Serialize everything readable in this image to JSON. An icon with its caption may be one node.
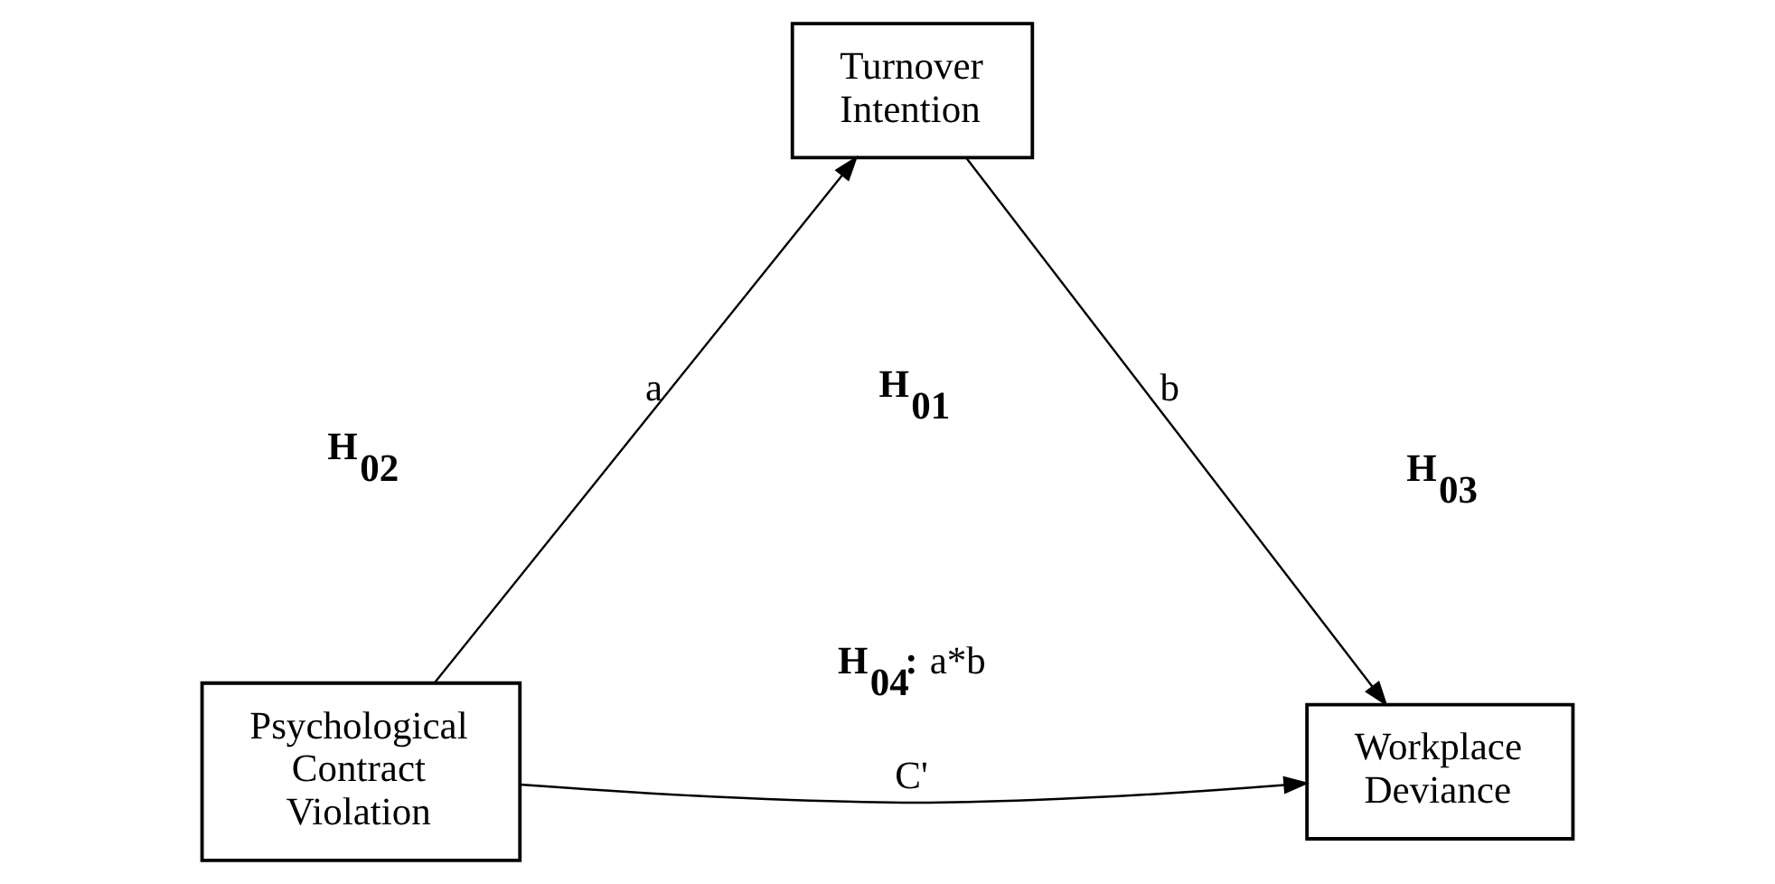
{
  "diagram": {
    "nodes": [
      {
        "text": [
          "Psychological Contract Violation"
        ]
      },
      {
        "text": [
          "Turnover Intention"
        ]
      },
      {
        "text": [
          "Workplace Deviance"
        ]
      }
    ],
    "edges": [
      {
        "from": 0,
        "to": 1,
        "arrow": "to",
        "label": "a"
      },
      {
        "from": 1,
        "to": 2,
        "arrow": "to",
        "label": "b"
      },
      {
        "from": 0,
        "to": 2,
        "arrow": "to",
        "label": "C'"
      }
    ],
    "labels": [
      "H$_{02}$",
      "H$_{03}$",
      "H$_{01}$",
      "**H$_{04}$:** a*b"
    ]
  }
}
